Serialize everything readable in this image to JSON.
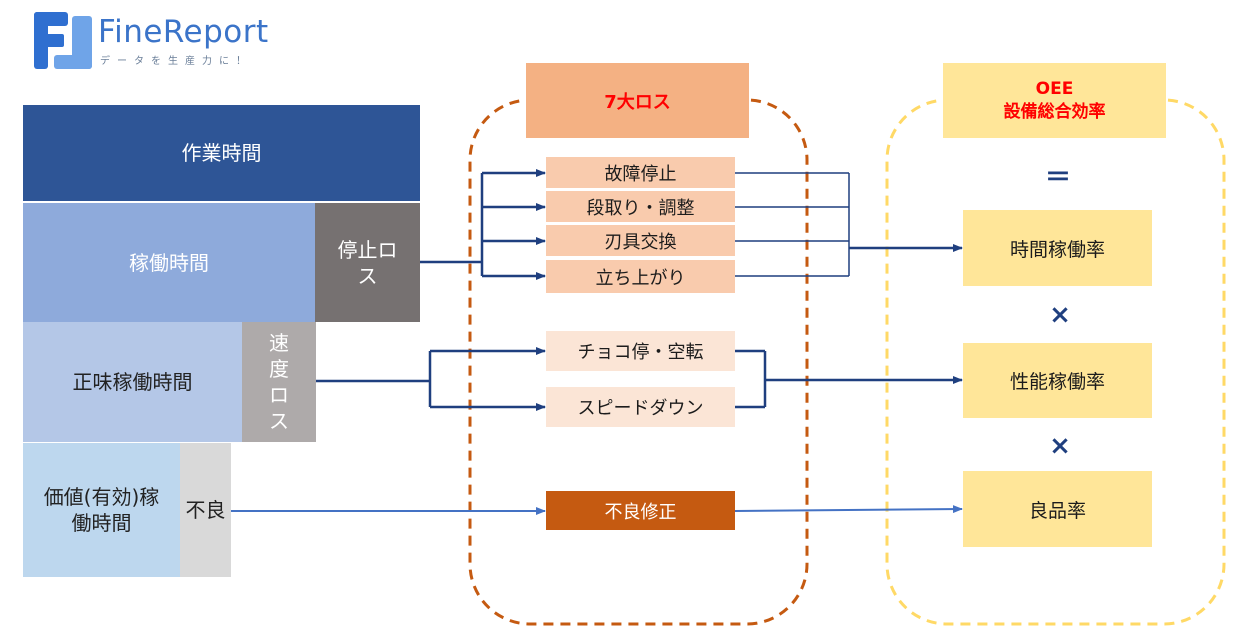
{
  "logo": {
    "name": "FineReport",
    "tagline": "データを生産力に！"
  },
  "time_blocks": {
    "work_time": "作業時間",
    "operating_time": "稼働時間",
    "stop_loss": "停止ロス",
    "net_operating_time": "正味稼働時間",
    "speed_loss": "速度ロス",
    "value_operating_time": "価値(有効)稼働時間",
    "defect": "不良"
  },
  "seven_losses": {
    "header": "7大ロス",
    "items": [
      "故障停止",
      "段取り・調整",
      "刃具交換",
      "立ち上がり",
      "チョコ停・空転",
      "スピードダウン",
      "不良修正"
    ]
  },
  "oee": {
    "header_line1": "OEE",
    "header_line2": "設備総合効率",
    "equals": "＝",
    "availability": "時間稼働率",
    "times1": "×",
    "performance": "性能稼働率",
    "times2": "×",
    "quality": "良品率"
  },
  "colors": {
    "work_time": "#2e5596",
    "operating_time": "#8eaadb",
    "net_operating_time": "#b4c7e7",
    "value_operating_time": "#bdd7ee",
    "stop_loss": "#767171",
    "speed_loss": "#aeaaaa",
    "defect": "#d9d9d9",
    "loss_header": "#f4b183",
    "loss_item": "#f9cbad",
    "loss_item_pale": "#fbe5d6",
    "defect_fix": "#c55a11",
    "oee_box": "#ffe699",
    "arrow_dark": "#1f3f7f",
    "arrow_light": "#4472c4",
    "loss_border": "#c55a11",
    "oee_border": "#ffd966",
    "accent_red": "#ff0000"
  }
}
